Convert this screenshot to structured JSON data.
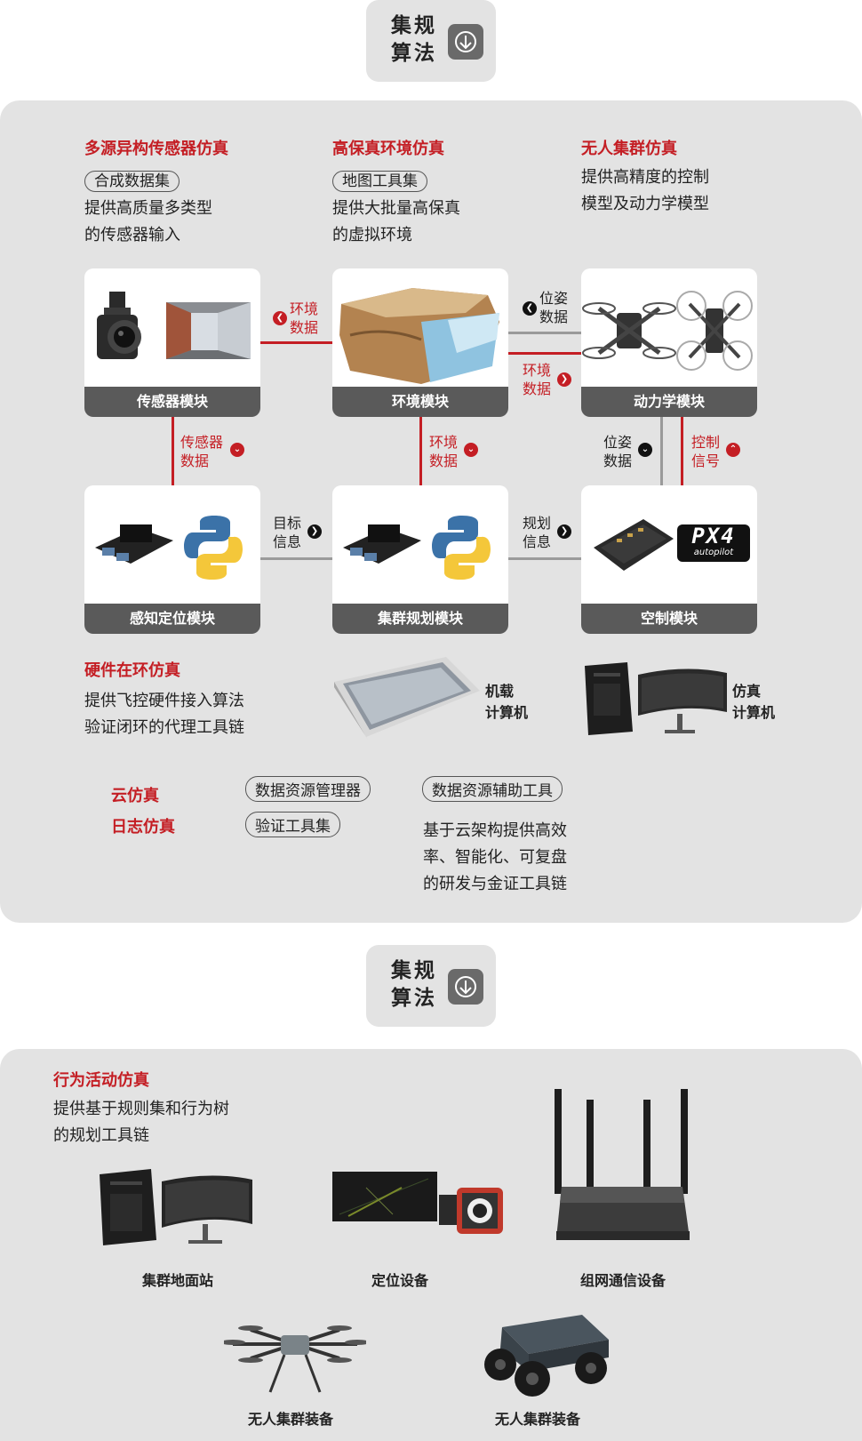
{
  "flow_pill_top": {
    "line1": "集规",
    "line2": "算法"
  },
  "flow_pill_bottom": {
    "line1": "集规",
    "line2": "算法"
  },
  "sections": {
    "sensor_sim": {
      "title": "多源异构传感器仿真",
      "tag": "合成数据集",
      "desc1": "提供高质量多类型",
      "desc2": "的传感器输入"
    },
    "env_sim": {
      "title": "高保真环境仿真",
      "tag": "地图工具集",
      "desc1": "提供大批量高保真",
      "desc2": "的虚拟环境"
    },
    "swarm_sim": {
      "title": "无人集群仿真",
      "desc1": "提供高精度的控制",
      "desc2": "模型及动力学模型"
    }
  },
  "modules": {
    "sensor": "传感器模块",
    "env": "环境模块",
    "dynamics": "动力学模块",
    "perception": "感知定位模块",
    "planning": "集群规划模块",
    "control": "空制模块"
  },
  "connectors": {
    "env_data_1": {
      "l1": "环境",
      "l2": "数据"
    },
    "pose_data_1": {
      "l1": "位姿",
      "l2": "数据"
    },
    "env_data_2": {
      "l1": "环境",
      "l2": "数据"
    },
    "sensor_data": {
      "l1": "传感器",
      "l2": "数据"
    },
    "env_data_3": {
      "l1": "环境",
      "l2": "数据"
    },
    "pose_data_2": {
      "l1": "位姿",
      "l2": "数据"
    },
    "control_signal": {
      "l1": "控制",
      "l2": "信号"
    },
    "target_info": {
      "l1": "目标",
      "l2": "信息"
    },
    "plan_info": {
      "l1": "规划",
      "l2": "信息"
    }
  },
  "px4_logo": {
    "main": "PX4",
    "sub": "autopilot"
  },
  "hil": {
    "title": "硬件在环仿真",
    "desc1": "提供飞控硬件接入算法",
    "desc2": "验证闭环的代理工具链"
  },
  "computers": {
    "onboard": {
      "l1": "机载",
      "l2": "计算机"
    },
    "sim": {
      "l1": "仿真",
      "l2": "计算机"
    }
  },
  "cloud": {
    "title1": "云仿真",
    "title2": "日志仿真",
    "tags": [
      "数据资源管理器",
      "验证工具集",
      "数据资源辅助工具"
    ],
    "desc1": "基于云架构提供高效",
    "desc2": "率、智能化、可复盘",
    "desc3": "的研发与金证工具链"
  },
  "behavior": {
    "title": "行为活动仿真",
    "desc1": "提供基于规则集和行为树",
    "desc2": "的规划工具链"
  },
  "equipment": {
    "ground_station": "集群地面站",
    "positioning": "定位设备",
    "network": "组网通信设备",
    "uav": "无人集群装备",
    "ugv": "无人集群装备"
  },
  "colors": {
    "accent_red": "#c41e24",
    "panel_gray": "#e3e3e3",
    "module_bar": "#5a5a5a"
  }
}
